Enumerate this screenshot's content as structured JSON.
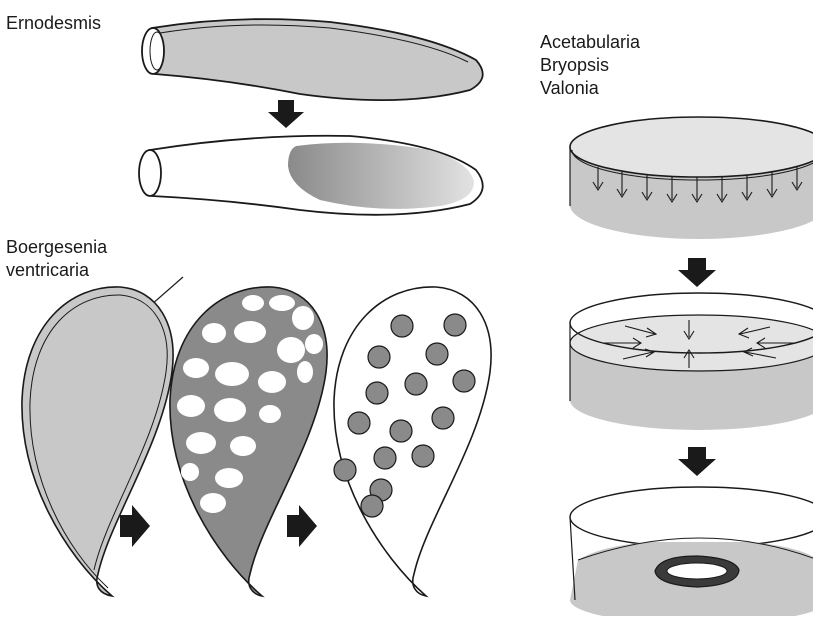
{
  "labels": {
    "ernodesmis": "Ernodesmis",
    "boergesenia_line1": "Boergesenia",
    "boergesenia_line2": "ventricaria",
    "acetabularia": "Acetabularia",
    "bryopsis": "Bryopsis",
    "valonia": "Valonia"
  },
  "colors": {
    "outline": "#1a1a1a",
    "cytoplasm_gray": "#c8c8c8",
    "dark_gray": "#8a8a8a",
    "vacuole_white": "#ffffff",
    "arrow_black": "#1a1a1a"
  }
}
